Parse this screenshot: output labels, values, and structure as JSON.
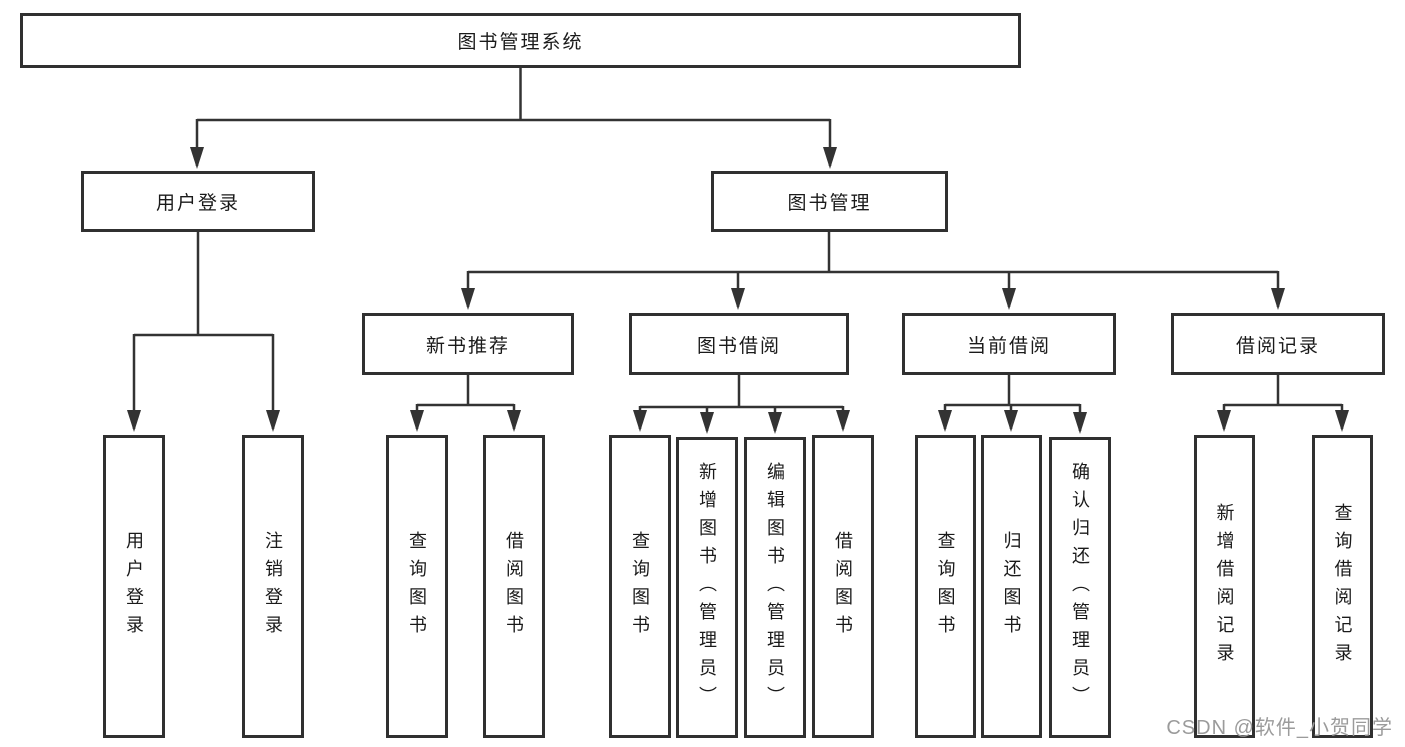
{
  "tree": {
    "label": "图书管理系统",
    "children": [
      {
        "label": "用户登录",
        "children": [
          {
            "label": "用户登录"
          },
          {
            "label": "注销登录"
          }
        ]
      },
      {
        "label": "图书管理",
        "children": [
          {
            "label": "新书推荐",
            "children": [
              {
                "label": "查询图书"
              },
              {
                "label": "借阅图书"
              }
            ]
          },
          {
            "label": "图书借阅",
            "children": [
              {
                "label": "查询图书"
              },
              {
                "label": "新增图书（管理员）"
              },
              {
                "label": "编辑图书（管理员）"
              },
              {
                "label": "借阅图书"
              }
            ]
          },
          {
            "label": "当前借阅",
            "children": [
              {
                "label": "查询图书"
              },
              {
                "label": "归还图书"
              },
              {
                "label": "确认归还（管理员）"
              }
            ]
          },
          {
            "label": "借阅记录",
            "children": [
              {
                "label": "新增借阅记录"
              },
              {
                "label": "查询借阅记录"
              }
            ]
          }
        ]
      }
    ]
  },
  "watermark": {
    "text": "CSDN @软件_小贺同学"
  },
  "colors": {
    "line": "#333333",
    "box_border": "#303030",
    "background": "#ffffff",
    "text": "#1a1a1a",
    "watermark": "#9b9b9b"
  }
}
